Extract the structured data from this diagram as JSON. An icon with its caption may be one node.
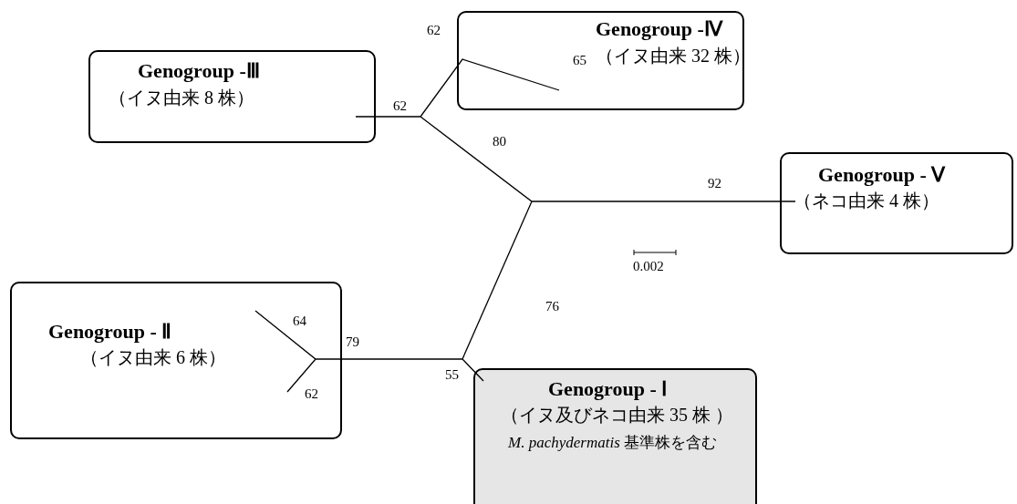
{
  "diagram": {
    "nodes": [
      {
        "text": [
          "Genogroup -Ⅳ",
          "（イヌ由来 32  株）"
        ]
      },
      {
        "text": [
          "Genogroup -Ⅲ",
          "（イヌ由来 8 株）"
        ]
      },
      {
        "text": [
          "Genogroup - Ⅴ",
          "（ネコ由来 4 株）"
        ]
      },
      {
        "text": [
          "Genogroup - Ⅱ",
          "（イヌ由来 6 株）"
        ]
      },
      {
        "text": [
          "Genogroup - Ⅰ",
          "（イヌ及びネコ由来 35 株 ）",
          "*M. pachydermatis* 基準株を含む"
        ]
      }
    ],
    "labels": [
      "62",
      "65",
      "62",
      "80",
      "92",
      "0.002",
      "76",
      "64",
      "79",
      "55",
      "62"
    ]
  }
}
